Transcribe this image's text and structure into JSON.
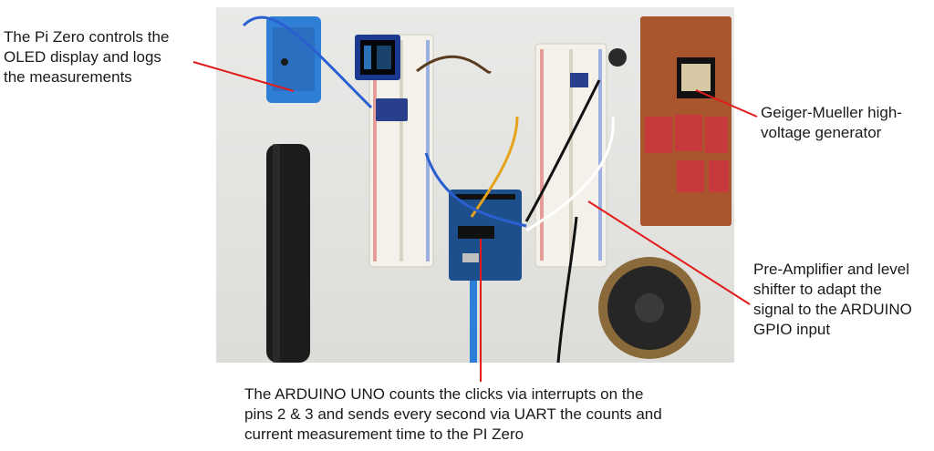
{
  "annotations": {
    "pi_zero": "The Pi Zero controls the\nOLED display and logs\nthe measurements",
    "geiger": "Geiger-Mueller high-\nvoltage generator",
    "preamp": "Pre-Amplifier and level\nshifter to adapt the\nsignal to the ARDUINO\nGPIO input",
    "arduino": "The ARDUINO UNO counts the clicks via interrupts on the\npins 2 & 3 and sends every second via UART the counts and\ncurrent measurement time to the PI Zero"
  },
  "colors": {
    "arrow": "#e31b1b",
    "breadboard": "#f3f1ea",
    "arduino_board": "#1d4f8c",
    "pi_case": "#2f7fd6",
    "perfboard": "#a9552e",
    "capacitor": "#c8393b",
    "tube": "#1c1c1c"
  }
}
